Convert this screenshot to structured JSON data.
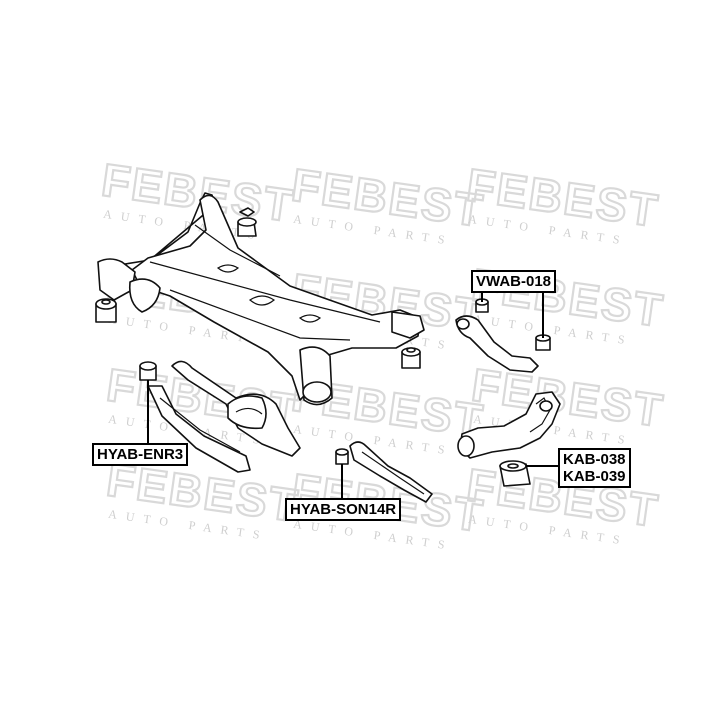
{
  "watermark": {
    "brand": "FEBEST",
    "tagline": "AUTO PARTS"
  },
  "labels": {
    "vwab": "VWAB-018",
    "hyab_enr": "HYAB-ENR3",
    "hyab_son": "HYAB-SON14R",
    "kab_038": "KAB-038",
    "kab_039": "KAB-039"
  },
  "colors": {
    "line": "#111111",
    "watermark": "#d9d9d9",
    "background": "#ffffff"
  }
}
